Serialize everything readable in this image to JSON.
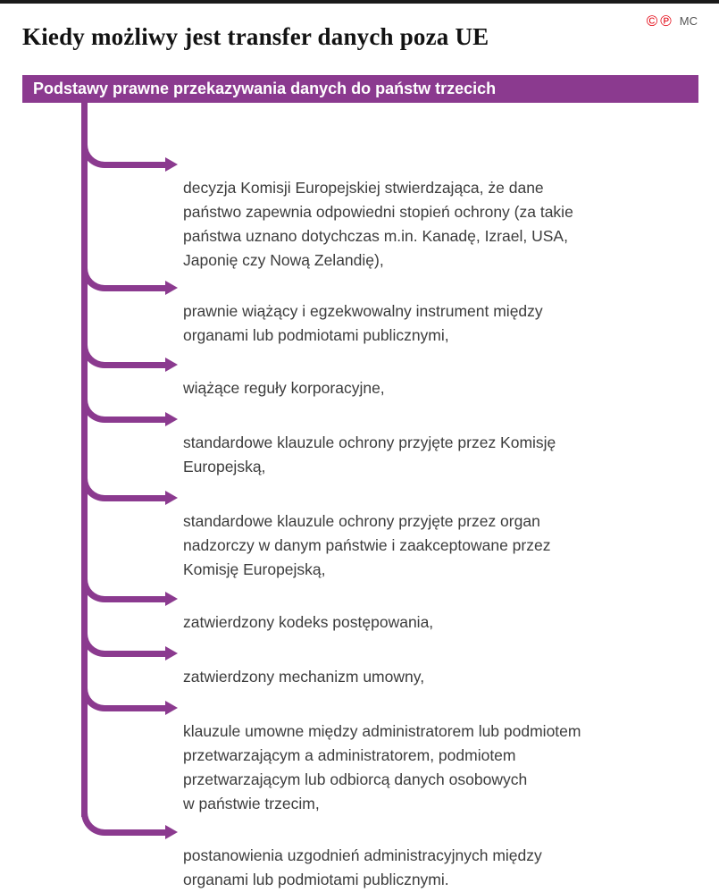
{
  "title": "Kiedy możliwy jest transfer danych poza UE",
  "badges": {
    "copyright": "©",
    "phonogram": "℗",
    "credit": "MC"
  },
  "header": {
    "label": "Podstawy prawne przekazywania danych do państw trzecich"
  },
  "colors": {
    "accent": "#8b3a8f",
    "badge_red": "#e30613",
    "text": "#3c3c3c",
    "title": "#121212"
  },
  "diagram": {
    "items": [
      {
        "text": "decyzja Komisji Europejskiej stwierdzająca, że dane\npaństwo zapewnia odpowiedni stopień ochrony (za takie\npaństwa uznano dotychczas m.in. Kanadę, Izrael, USA,\nJaponię czy Nową Zelandię),"
      },
      {
        "text": "prawnie wiążący i egzekwowalny instrument między\norganami lub podmiotami publicznymi,"
      },
      {
        "text": "wiążące reguły korporacyjne,"
      },
      {
        "text": "standardowe klauzule ochrony przyjęte przez Komisję\nEuropejską,"
      },
      {
        "text": "standardowe klauzule ochrony przyjęte przez organ\nnadzorczy w danym państwie i zaakceptowane przez\nKomisję Europejską,"
      },
      {
        "text": "zatwierdzony kodeks postępowania,"
      },
      {
        "text": "zatwierdzony mechanizm umowny,"
      },
      {
        "text": "klauzule umowne między administratorem lub podmiotem\nprzetwarzającym a administratorem, podmiotem\nprzetwarzającym lub odbiorcą danych osobowych\nw państwie trzecim,"
      },
      {
        "text": "postanowienia uzgodnień administracyjnych między\norganami lub podmiotami publicznymi."
      }
    ]
  }
}
